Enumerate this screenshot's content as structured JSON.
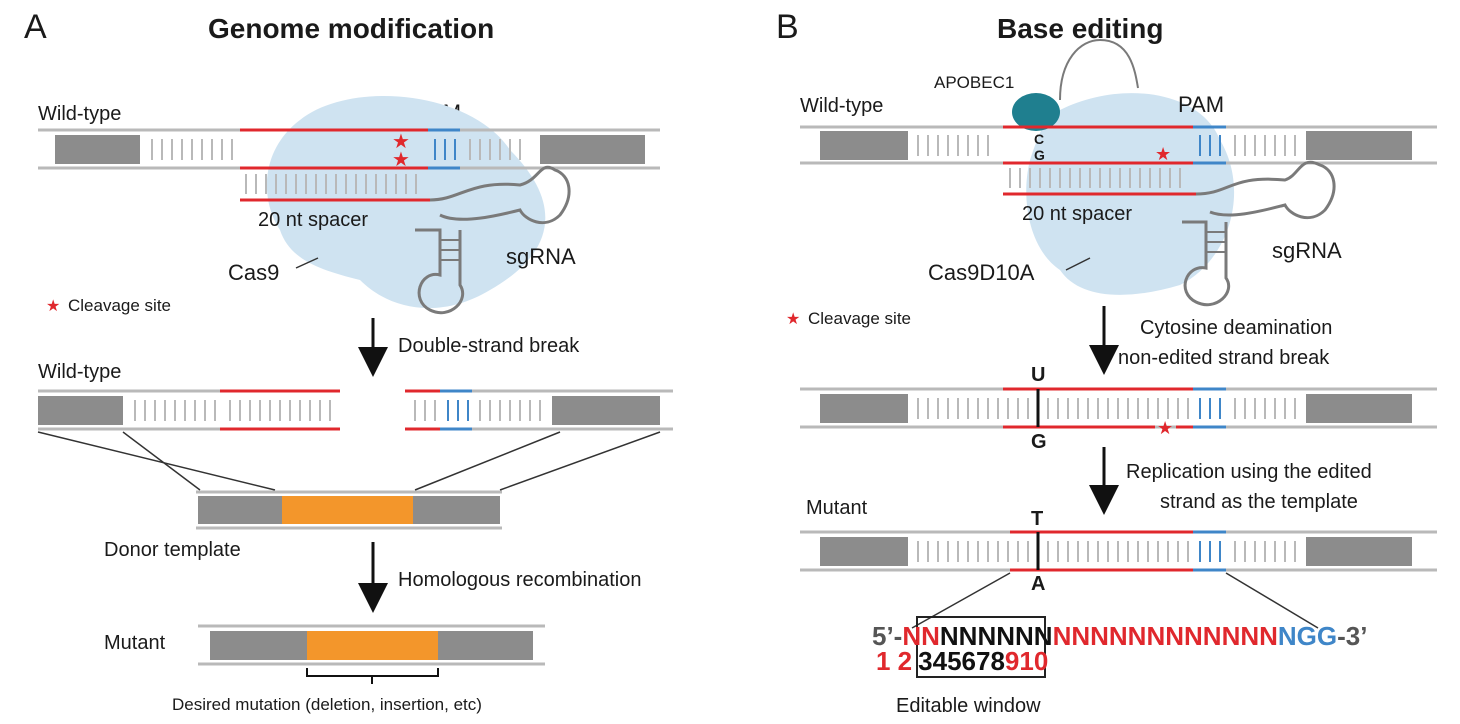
{
  "colors": {
    "red": "#e0282d",
    "blue": "#3f86c8",
    "gray_block": "#8c8c8c",
    "cas_blob": "#cfe3f1",
    "apobec": "#1f7f8f",
    "orange": "#f3962b",
    "strand": "#b9b9b9"
  },
  "panel_a": {
    "letter": "A",
    "title": "Genome modification",
    "wild_type_1": "Wild-type",
    "pam": "PAM",
    "spacer": "20 nt spacer",
    "sgrna": "sgRNA",
    "cas9": "Cas9",
    "cleavage_site": "Cleavage site",
    "step1": "Double-strand break",
    "wild_type_2": "Wild-type",
    "donor_template": "Donor template",
    "step2": "Homologous recombination",
    "mutant": "Mutant",
    "desired_mutation": "Desired mutation (deletion, insertion, etc)"
  },
  "panel_b": {
    "letter": "B",
    "title": "Base editing",
    "apobec1": "APOBEC1",
    "wild_type": "Wild-type",
    "pam": "PAM",
    "base_c": "C",
    "base_g": "G",
    "spacer": "20 nt spacer",
    "sgrna": "sgRNA",
    "cas9d10a": "Cas9D10A",
    "cleavage_site": "Cleavage site",
    "step1_line1": "Cytosine deamination",
    "step1_line2": "non-edited strand break",
    "base_u": "U",
    "base_g2": "G",
    "step2_line1": "Replication using the edited",
    "step2_line2": "strand as the template",
    "mutant": "Mutant",
    "base_t": "T",
    "base_a": "A",
    "seq_prefix": "5’-",
    "seq_nn": "NN",
    "seq_window": "NNNNNN",
    "seq_rest": "NNNNNNNNNNNN",
    "seq_pam": "NGG",
    "seq_suffix": "-3’",
    "pos_12": "1 2",
    "pos_window": "345678",
    "pos_910": "910",
    "editable_window": "Editable window"
  },
  "star_glyph": "★",
  "arrow_glyph": "↓"
}
